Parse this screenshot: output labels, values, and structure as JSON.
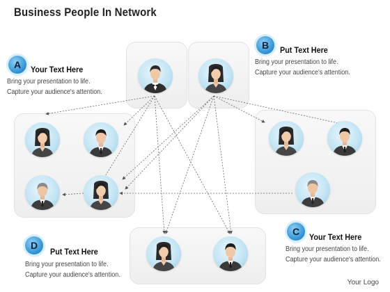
{
  "title": "Business People In Network",
  "callouts": {
    "a": {
      "letter": "A",
      "title": "Your Text Here",
      "line1": "Bring your presentation to life.",
      "line2": "Capture your audience's attention."
    },
    "b": {
      "letter": "B",
      "title": "Put Text Here",
      "line1": "Bring your presentation to life.",
      "line2": "Capture your audience's attention."
    },
    "c": {
      "letter": "C",
      "title": "Your Text Here",
      "line1": "Bring your presentation to life.",
      "line2": "Capture your audience's attention."
    },
    "d": {
      "letter": "D",
      "title": "Put Text Here",
      "line1": "Bring your presentation to life.",
      "line2": "Capture your audience's attention."
    }
  },
  "logo": "Your Logo",
  "colors": {
    "badge": "#2b8fd4",
    "avatar_bg": "#bfe3f3",
    "arrow": "#555555",
    "panel": "#f2f2f2"
  },
  "people": [
    {
      "id": "top-man",
      "icon": "businessman-bowtie-icon"
    },
    {
      "id": "top-woman",
      "icon": "businesswoman-icon"
    },
    {
      "id": "left-woman-1",
      "icon": "businesswoman-icon"
    },
    {
      "id": "left-man-1",
      "icon": "businessman-icon"
    },
    {
      "id": "left-man-2",
      "icon": "older-businessman-icon"
    },
    {
      "id": "left-woman-2",
      "icon": "businesswoman-icon"
    },
    {
      "id": "right-woman",
      "icon": "businesswoman-icon"
    },
    {
      "id": "right-man-1",
      "icon": "businessman-icon"
    },
    {
      "id": "right-man-2",
      "icon": "older-businessman-icon"
    },
    {
      "id": "bottom-woman",
      "icon": "businesswoman-icon"
    },
    {
      "id": "bottom-man",
      "icon": "businessman-icon"
    }
  ]
}
